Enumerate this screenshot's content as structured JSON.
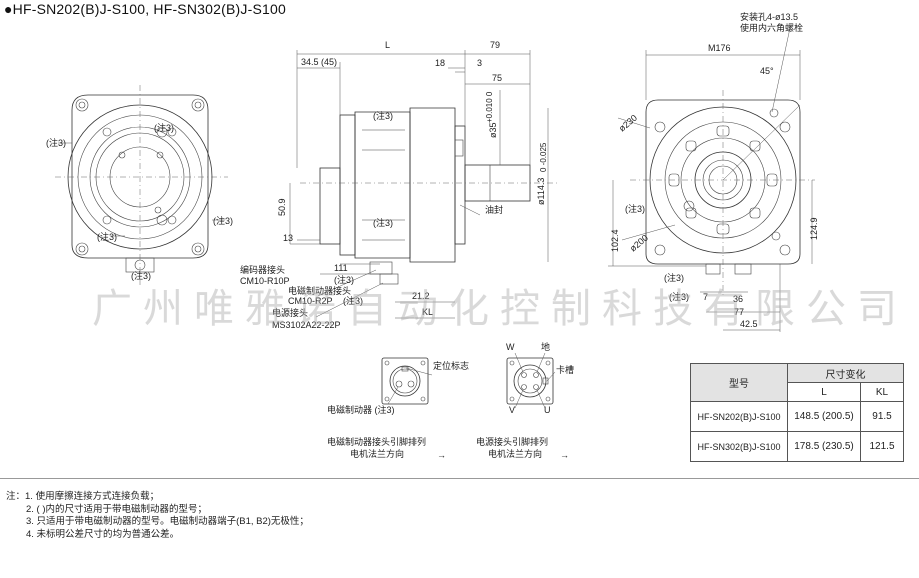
{
  "title": "●HF-SN202(B)J-S100, HF-SN302(B)J-S100",
  "watermark": "广州唯雅诺自动化控制科技有限公司",
  "front_view": {
    "note_top_left": "(注3)",
    "note_left": "(注3)",
    "note_right": "(注3)",
    "note_bottom_left": "(注3)",
    "note_bottom": "(注3)"
  },
  "side_view": {
    "dim_L": "L",
    "dim_34_5": "34.5 (45)",
    "dim_18": "18",
    "dim_79": "79",
    "dim_3": "3",
    "dim_75": "75",
    "dim_shaft": "ø35",
    "dim_shaft_tol": "+0.010 0",
    "dim_spigot": "ø114.3",
    "dim_spigot_tol": "0 -0.025",
    "dim_50_9": "50.9",
    "dim_13": "13",
    "dim_111": "111",
    "dim_21_2": "21.2",
    "dim_KL": "KL",
    "note_top": "(注3)",
    "note_mid": "(注3)",
    "oil_seal": "油封",
    "encoder_connector": "编码器接头",
    "encoder_model": "CM10-R10P",
    "brake_connector": "电磁制动器接头",
    "brake_model": "CM10-R2P",
    "note_brake": "(注3)",
    "power_connector": "电源接头",
    "power_model": "MS3102A22-22P",
    "note_111": "(注3)"
  },
  "flange_view": {
    "mount_hole": "安装孔4-ø13.5",
    "mount_hole_sub": "使用内六角螺栓",
    "dim_M176": "M176",
    "dim_45": "45°",
    "dim_230": "ø230",
    "dim_200": "ø200",
    "dim_102_4": "102.4",
    "dim_124_9": "124.9",
    "dim_36": "36",
    "dim_7": "7",
    "dim_77": "77",
    "dim_42_5": "42.5",
    "note_3a": "(注3)",
    "note_3b": "(注3)",
    "note_3c": "(注3)"
  },
  "brake_conn_detail": {
    "positioning_mark": "定位标志",
    "brake_label": "电磁制动器 (注3)",
    "caption_line1": "电磁制动器接头引脚排列",
    "caption_line2": "电机法兰方向"
  },
  "power_conn_detail": {
    "pin_W": "W",
    "pin_ground": "地",
    "pin_V": "V",
    "pin_U": "U",
    "keyway": "卡槽",
    "caption_line1": "电源接头引脚排列",
    "caption_line2": "电机法兰方向"
  },
  "arrow": "→",
  "table": {
    "header_model": "型号",
    "header_dims": "尺寸变化",
    "col_L": "L",
    "col_KL": "KL",
    "rows": [
      {
        "model": "HF-SN202(B)J-S100",
        "L": "148.5 (200.5)",
        "KL": "91.5"
      },
      {
        "model": "HF-SN302(B)J-S100",
        "L": "178.5 (230.5)",
        "KL": "121.5"
      }
    ]
  },
  "notes": {
    "prefix": "注：",
    "items": [
      "1. 使用摩擦连接方式连接负载；",
      "2. ( )内的尺寸适用于带电磁制动器的型号；",
      "3. 只适用于带电磁制动器的型号。电磁制动器端子(B1, B2)无极性；",
      "4. 未标明公差尺寸的均为普通公差。"
    ]
  }
}
